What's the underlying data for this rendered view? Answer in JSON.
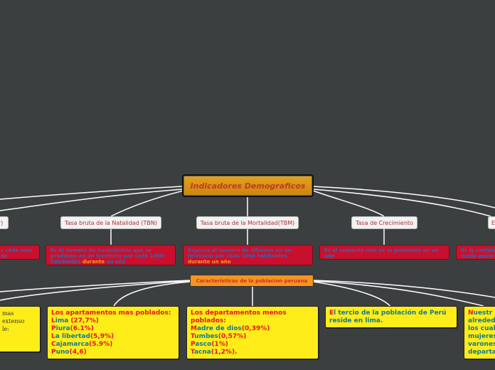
{
  "central": {
    "title": "Indicadores Demograficos"
  },
  "topics": [
    {
      "label": "r)"
    },
    {
      "label": "Tasa bruta de la Natalidad (TBN)"
    },
    {
      "label": "Tasa bruta de la Mortalidad(TBM)"
    },
    {
      "label": "Tasa de Crecimiento"
    },
    {
      "label": "E"
    }
  ],
  "details": [
    {
      "text": "s cada mes de"
    },
    {
      "first": "Es el numero de nacimientos que se producen en un territorio por cada 1000 habitantes ",
      "hl": "durante",
      "last": " un año"
    },
    {
      "first": "Expresa el numero de difuntos en un territorio por cada 1000 habitantes ",
      "hl": "durante un año",
      "last": ""
    },
    {
      "first": "Es el aumento real de la población en un año",
      "hl": "",
      "last": ""
    },
    {
      "first": "Es la cantidad ",
      "hl": "",
      "last": "modo anual y"
    }
  ],
  "section": {
    "title": "Caracteristicas de la poblacion peruana"
  },
  "cards": {
    "left_partial": {
      "line1": "mas extenso",
      "line2": "le:"
    },
    "most_populated": {
      "heading": "Los apartamentos mas poblados:",
      "items": [
        {
          "initial": "L",
          "rest": "ima ",
          "value": "(27,7%)"
        },
        {
          "initial": "P",
          "rest": "iura",
          "value": "(6.1%)"
        },
        {
          "initial": "L",
          "rest": "a libertad",
          "value": "(5,9%)"
        },
        {
          "initial": "C",
          "rest": "ajamarca",
          "value": "(5.9%)"
        },
        {
          "initial": "P",
          "rest": "uno",
          "value": "(4,6)"
        }
      ]
    },
    "least_populated": {
      "heading": "Los departamentos menos poblados:",
      "items": [
        {
          "initial": "M",
          "rest": "adre de dios",
          "value": "(0,39%)"
        },
        {
          "initial": "T",
          "rest": "umbes",
          "value": "(0,57%)"
        },
        {
          "initial": "P",
          "rest": "asco",
          "value": "(1%)"
        },
        {
          "initial": "T",
          "rest": "acna",
          "value": "(1,2%)."
        }
      ]
    },
    "lima": {
      "initial": "E",
      "rest": "l tercio de la población de Perú reside en lima."
    },
    "right_partial": {
      "initial": "N",
      "rest": "uestr",
      "lines": [
        "alreded",
        "los cual",
        "mujeres",
        "varones",
        "departa"
      ]
    }
  },
  "colors": {
    "background": "#3c3f3f",
    "central": "#e6a21b",
    "red_box": "#c8102e",
    "orange": "#f7941d",
    "yellow": "#ffed1a"
  }
}
